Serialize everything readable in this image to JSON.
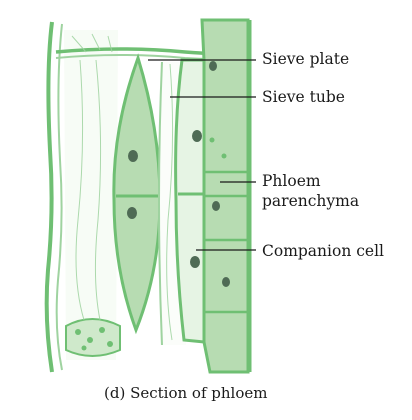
{
  "labels": {
    "sieve_plate": "Sieve plate",
    "sieve_tube": "Sieve tube",
    "phloem_parenchyma_line1": "Phloem",
    "phloem_parenchyma_line2": "parenchyma",
    "companion_cell": "Companion cell"
  },
  "caption": "(d) Section of phloem",
  "colors": {
    "cell_wall": "#6fbf73",
    "fill_light": "#e6f4e4",
    "fill_mid": "#b7dcb2",
    "nucleus": "#4f6b55",
    "text": "#1a1a1a"
  }
}
